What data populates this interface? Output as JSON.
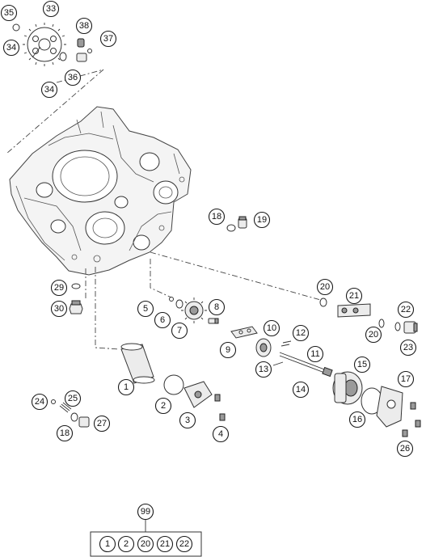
{
  "diagram": {
    "callouts": {
      "c35": "35",
      "c33": "33",
      "c34a": "34",
      "c38": "38",
      "c37": "37",
      "c36": "36",
      "c34b": "34",
      "c18a": "18",
      "c19": "19",
      "c29": "29",
      "c30": "30",
      "c20a": "20",
      "c21": "21",
      "c22": "22",
      "c20b": "20",
      "c23": "23",
      "c5": "5",
      "c6": "6",
      "c7": "7",
      "c8": "8",
      "c9": "9",
      "c10": "10",
      "c12": "12",
      "c11": "11",
      "c13": "13",
      "c14": "14",
      "c15": "15",
      "c16": "16",
      "c17": "17",
      "c26": "26",
      "c1": "1",
      "c2": "2",
      "c3": "3",
      "c4": "4",
      "c24": "24",
      "c25": "25",
      "c18b": "18",
      "c27": "27",
      "c99": "99"
    },
    "kit": {
      "items": [
        "1",
        "2",
        "20",
        "21",
        "22"
      ]
    }
  }
}
